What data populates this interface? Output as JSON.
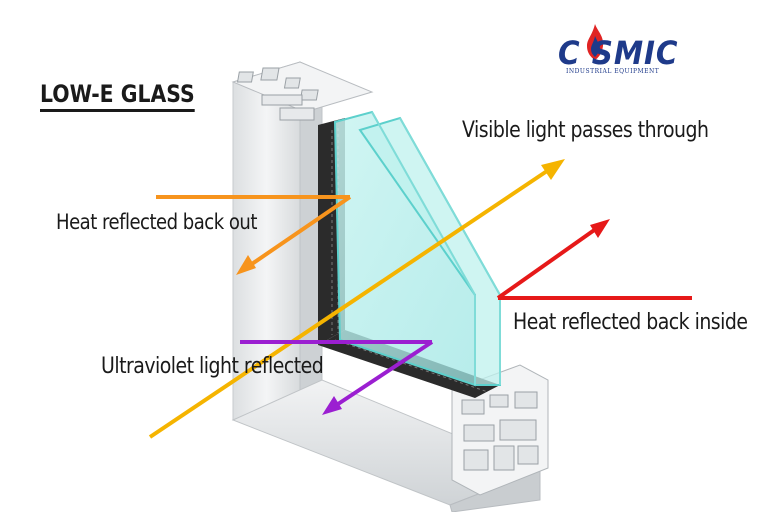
{
  "title": "LOW-E GLASS",
  "brand": {
    "name": "C SMIC",
    "tagline": "INDUSTRIAL EQUIPMENT",
    "colors": {
      "primary": "#1e3a8a",
      "flame": "#e02424"
    }
  },
  "labels": {
    "visible": "Visible light passes through",
    "heat_out": "Heat reflected back out",
    "heat_in": "Heat reflected back inside",
    "uv": "Ultraviolet light reflected"
  },
  "colors": {
    "visible_arrow": "#f5b400",
    "heat_out_arrow": "#f7941d",
    "heat_in_arrow": "#e61919",
    "uv_arrow": "#9b1fd1",
    "glass": "#aeeeee",
    "frame": "#e9ebec"
  }
}
